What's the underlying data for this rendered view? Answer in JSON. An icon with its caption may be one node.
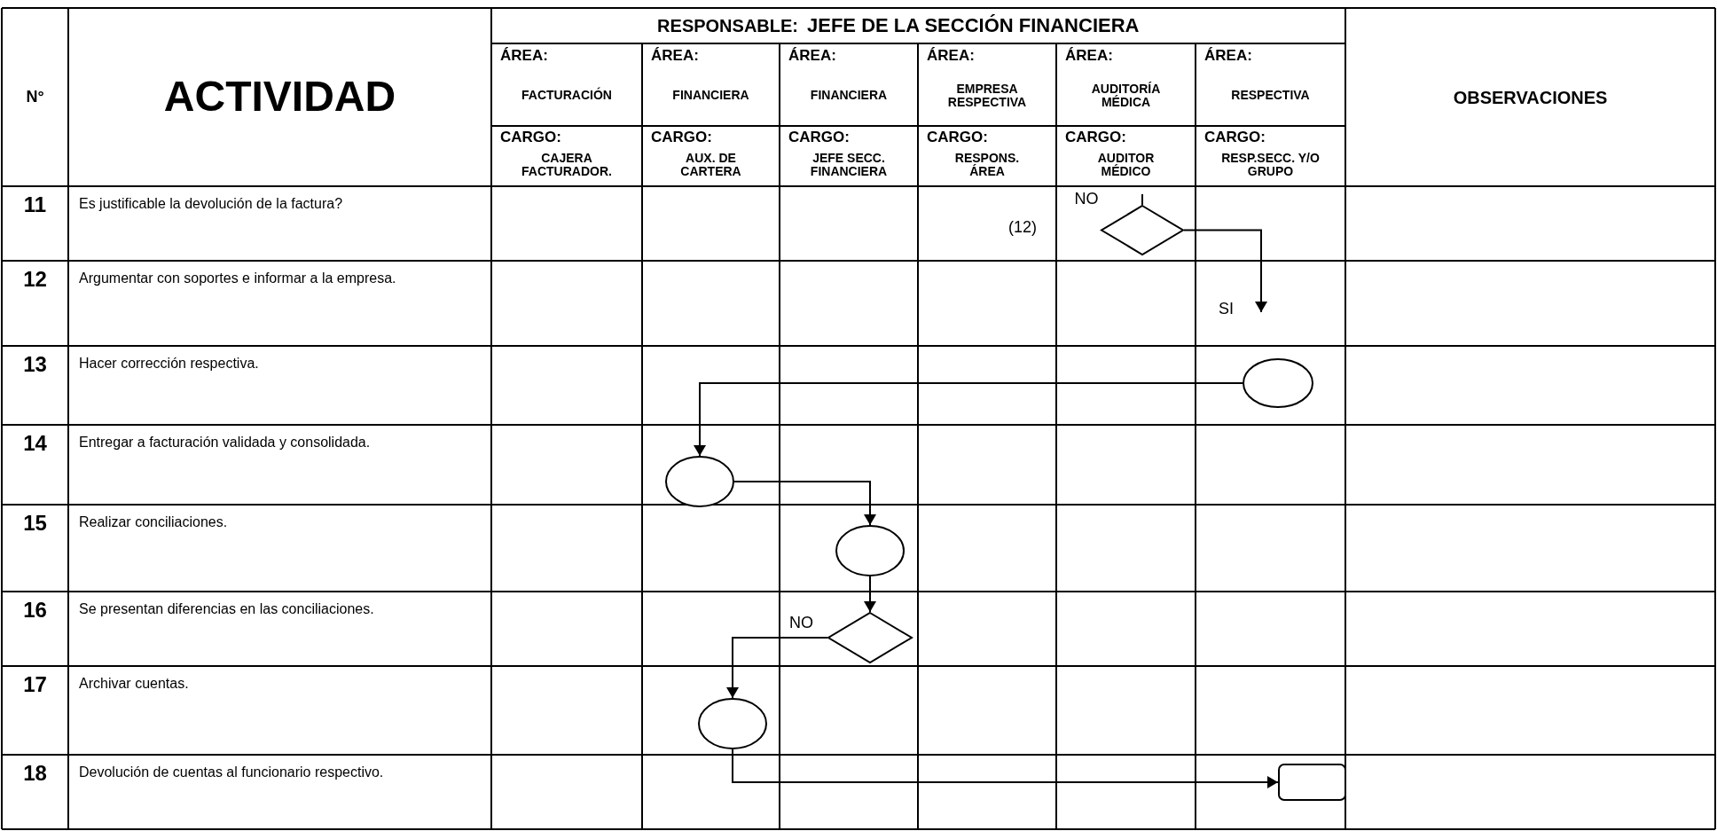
{
  "diagram": {
    "nodes": [
      {
        "text": [],
        "shape": "diamond"
      },
      {
        "text": [],
        "shape": "circle"
      },
      {
        "text": [],
        "shape": "circle"
      },
      {
        "text": [],
        "shape": "circle"
      },
      {
        "text": [],
        "shape": "diamond"
      },
      {
        "text": [],
        "shape": "circle"
      },
      {
        "text": [],
        "shape": "box"
      }
    ],
    "edges": [
      {
        "from": null,
        "to": 0,
        "arrow": "none"
      },
      {
        "from": 0,
        "to": null,
        "arrow": "to",
        "label": "SI"
      },
      {
        "from": 1,
        "to": 2,
        "arrow": "to"
      },
      {
        "from": 2,
        "to": 3,
        "arrow": "to"
      },
      {
        "from": 3,
        "to": 4,
        "arrow": "to"
      },
      {
        "from": 4,
        "to": 5,
        "arrow": "to",
        "label": "NO"
      },
      {
        "from": 5,
        "to": 6,
        "arrow": "to"
      }
    ],
    "labels": [
      "N°",
      "ACTIVIDAD",
      "RESPONSABLE:",
      "JEFE DE LA SECCIÓN FINANCIERA",
      "OBSERVACIONES",
      "ÁREA:",
      "ÁREA:",
      "ÁREA:",
      "ÁREA:",
      "ÁREA:",
      "ÁREA:",
      "FACTURACIÓN",
      "FINANCIERA",
      "FINANCIERA",
      "EMPRESA RESPECTIVA",
      "AUDITORÍA MÉDICA",
      "RESPECTIVA",
      "CARGO:",
      "CARGO:",
      "CARGO:",
      "CARGO:",
      "CARGO:",
      "CARGO:",
      "CAJERA FACTURADOR.",
      "AUX. DE CARTERA",
      "JEFE SECC. FINANCIERA",
      "RESPONS. ÁREA",
      "AUDITOR MÉDICO",
      "RESP.SECC. Y/O GRUPO",
      "11",
      "Es justificable la devolución de la factura?",
      "NO",
      "(12)",
      "12",
      "Argumentar con soportes e informar a la empresa.",
      "13",
      "Hacer corrección respectiva.",
      "14",
      "Entregar a facturación validada y consolidada.",
      "15",
      "Realizar conciliaciones.",
      "16",
      "Se presentan diferencias en las conciliaciones.",
      "17",
      "Archivar cuentas.",
      "18",
      "Devolución de cuentas al funcionario respectivo."
    ]
  }
}
